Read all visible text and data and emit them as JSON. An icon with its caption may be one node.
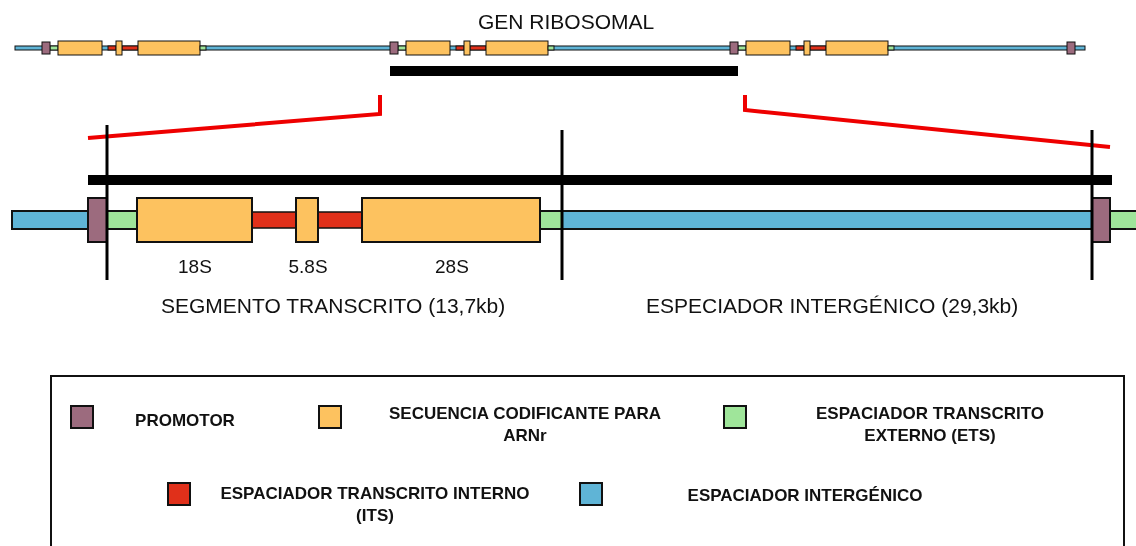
{
  "diagram": {
    "title": "GEN RIBOSOMAL",
    "labels": [
      "18S",
      "5.8S",
      "28S",
      "SEGMENTO TRANSCRITO (13,7kb)",
      "ESPECIADOR INTERGÉNICO (29,3kb)"
    ],
    "legend": [
      {
        "text": "PROMOTOR",
        "color": "#9c6b7e"
      },
      {
        "text": "SECUENCIA CODIFICANTE PARA ARNr",
        "color": "#fdc25f"
      },
      {
        "text": "ESPACIADOR TRANSCRITO EXTERNO (ETS)",
        "color": "#9fe59a"
      },
      {
        "text": "ESPACIADOR TRANSCRITO INTERNO (ITS)",
        "color": "#e0301a"
      },
      {
        "text": "ESPACIADOR INTERGÉNICO",
        "color": "#5fb4d6"
      }
    ]
  }
}
